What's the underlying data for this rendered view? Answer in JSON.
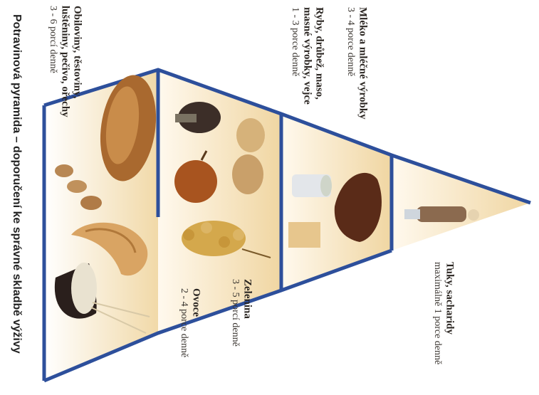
{
  "title": "Potravinová pyramida – doporučení ke správné skladbě výživy",
  "tiers": [
    {
      "name": "Obiloviny, těstoviny, luštěniny, pečivo, ořechy",
      "servings": "3 - 6 porcí denně"
    },
    {
      "name": "Zelenina",
      "servings": "3 - 5 porcí denně"
    },
    {
      "name": "Ovoce",
      "servings": "2 - 4 porce denně"
    },
    {
      "name": "Mléko a mléčné výrobky",
      "servings": "3 - 4 porce denně"
    },
    {
      "name": "Ryby, drůbež, maso, masné výrobky, vejce",
      "servings": "1 - 3 porce denně"
    },
    {
      "name": "Tuky, sacharidy",
      "servings": "maximálně 1 porce denně"
    }
  ],
  "colors": {
    "outline": "#2d4f9b",
    "fill_light": "#fbf3e2",
    "fill_warm": "#f3dcae"
  }
}
